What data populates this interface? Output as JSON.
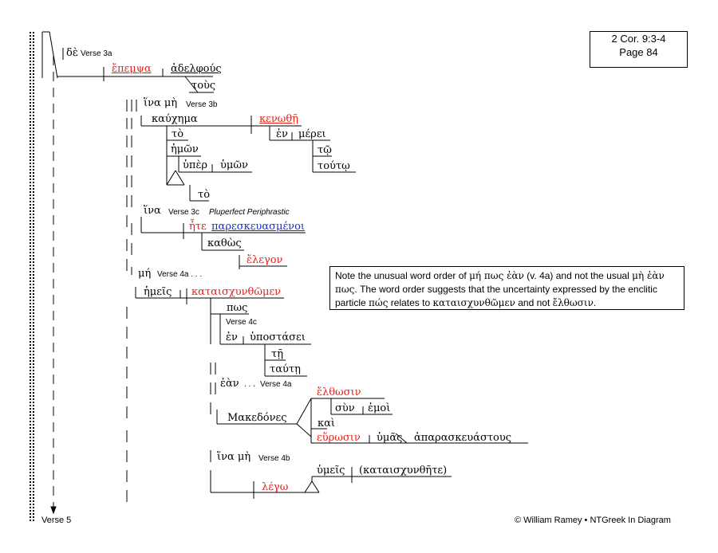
{
  "reference": {
    "line1": "2 Cor. 9:3-4",
    "line2": "Page 84"
  },
  "footer": {
    "left": "Verse 5",
    "right": "© William Ramey • NTGreek In Diagram"
  },
  "labels": {
    "v3a": "Verse 3a",
    "v3b": "Verse 3b",
    "v3c": "Verse 3c",
    "pluperfect": "Pluperfect Periphrastic",
    "v4a_dots": "Verse 4a . . .",
    "v4c": "Verse 4c",
    "v4a": "Verse 4a",
    "v4b": "Verse 4b"
  },
  "words": {
    "de": "δὲ",
    "epempsa": "ἔπεμψα",
    "adelphous": "ἀδελφούς",
    "tous": "τοὺς",
    "hina1": "ἵνα μὴ",
    "kauchema": "καύχημα",
    "kenothe": "κενωθῇ",
    "to1": "τὸ",
    "hemon": "ἡμῶν",
    "hyper": "ὑπὲρ",
    "hymon": "ὑμῶν",
    "to2": "τὸ",
    "en1": "ἐν",
    "merei": "μέρει",
    "to3": "τῷ",
    "touto": "τούτῳ",
    "hina2": "ἵνα",
    "ete": "ἦτε",
    "pareskeuasmenoi": "παρεσκευασμένοι",
    "kathos": "καθὼς",
    "elegon": "ἔλεγον",
    "me": "μή",
    "hemeis": "ἡμεῖς",
    "kataischynthomen": "καταισχυνθῶμεν",
    "pos": "πως",
    "en2": "ἐν",
    "hypostasei": "ὑποστάσει",
    "te": "τῇ",
    "taute": "ταύτῃ",
    "ean": "ἐὰν",
    "dots": ". . .",
    "elthosin": "ἔλθωσιν",
    "syn": "σὺν",
    "emoi": "ἐμοὶ",
    "makedones": "Μακεδόνες",
    "kai": "καὶ",
    "heurosin": "εὕρωσιν",
    "hymas": "ὑμᾶς",
    "aparaskeuastous": "ἀπαρασκευάστους",
    "hina3": "ἵνα μὴ",
    "hymeis": "ὑμεῖς",
    "kataischynthete": "(καταισχυνθῆτε)",
    "lego": "λέγω"
  },
  "note": {
    "p1": "Note the unusual word order of ",
    "g1": "μή πως ἐὰν",
    "p2": " (v. 4a) and not the usual ",
    "g2": "μὴ ἐὰν πως",
    "p3": ". The word order suggests that the uncertainty expressed by the enclitic particle ",
    "g3": "πώς",
    "p4": " relates to ",
    "g4": "καταισχυνθῶμεν",
    "p5": " and not ",
    "g5": "ἔλθωσιν",
    "p6": "."
  },
  "colors": {
    "verb": "#e8201a",
    "participle": "#1a2fd0"
  }
}
